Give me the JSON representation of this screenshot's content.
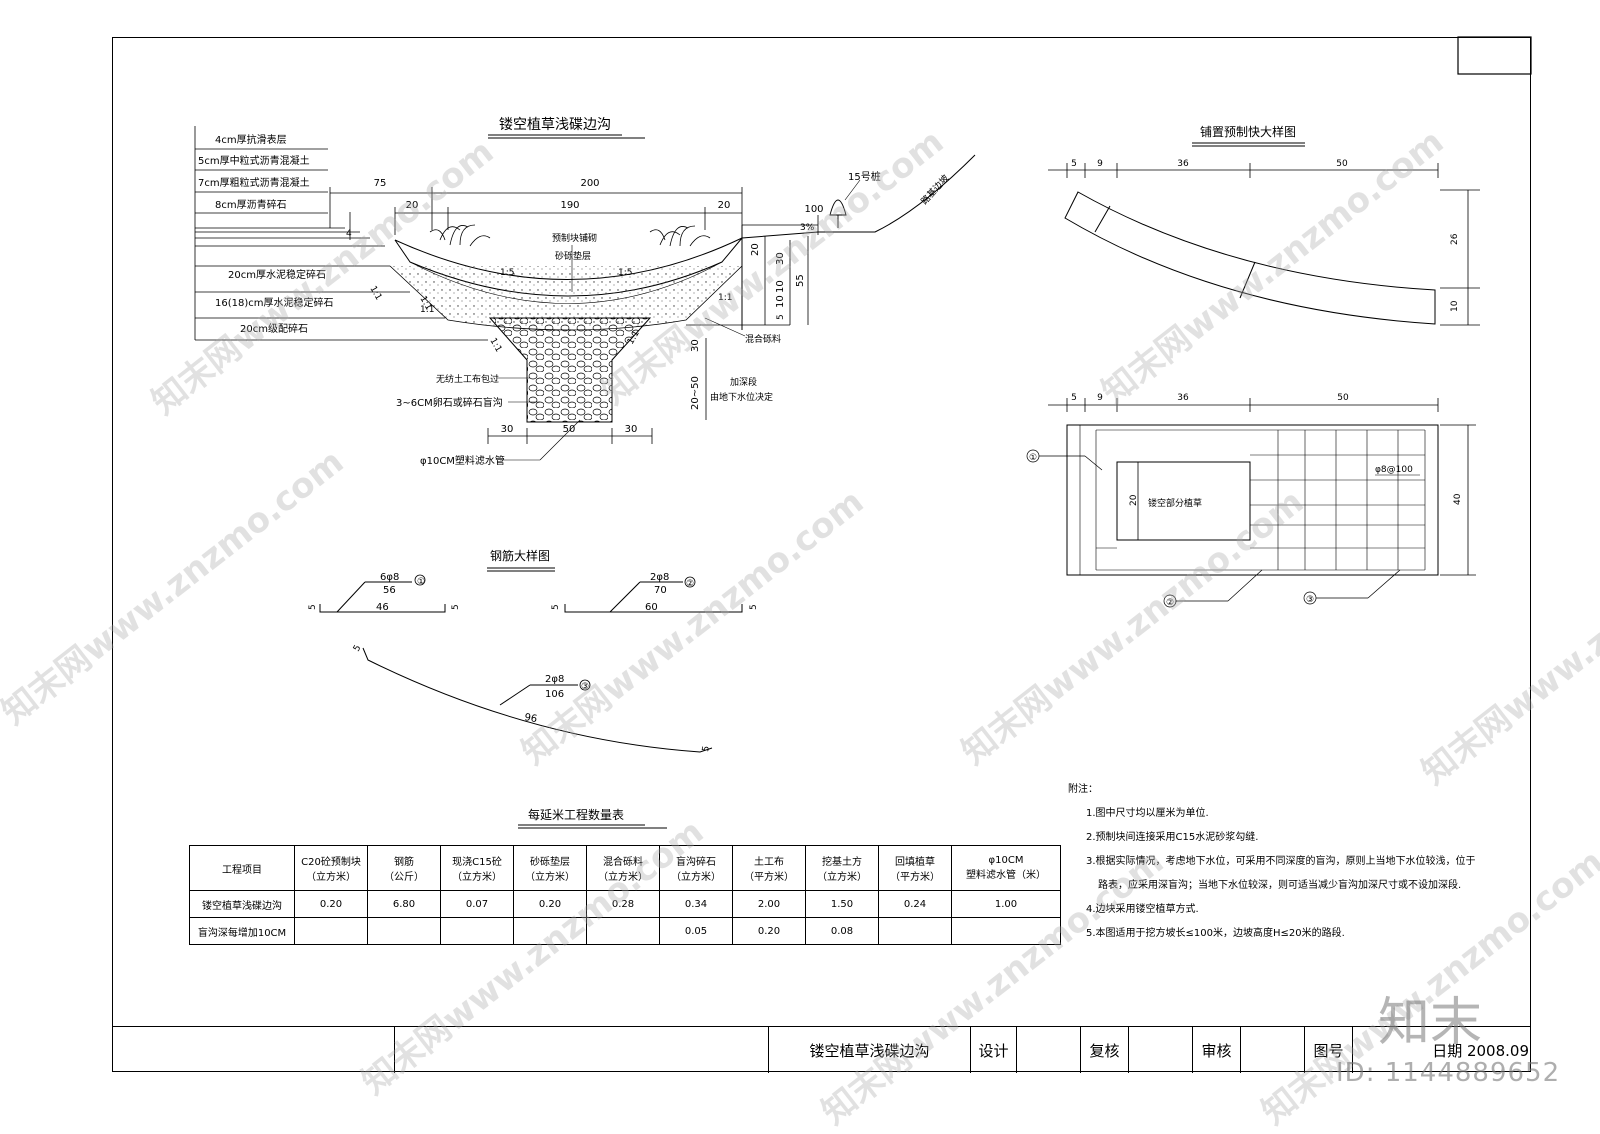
{
  "main_title": "镂空植草浅碟边沟",
  "layers": [
    "4cm厚抗滑表层",
    "5cm厚中粒式沥青混凝土",
    "7cm厚粗粒式沥青混凝土",
    "8cm厚沥青碎石",
    "20cm厚水泥稳定碎石",
    "16(18)cm厚水泥稳定碎石",
    "20cm级配碎石"
  ],
  "section": {
    "dims": [
      "75",
      "200",
      "20",
      "190",
      "20",
      "100",
      "20",
      "30",
      "55",
      "10",
      "10",
      "5",
      "30",
      "20~50",
      "30",
      "50",
      "30",
      "4"
    ],
    "slopes": [
      "1:5",
      "1:5",
      "1:1",
      "1:1",
      "1:1",
      "1:1",
      "1:1",
      "1:1",
      "3%"
    ],
    "labels": {
      "tree": "15号桩",
      "slope_label": "路基边坡",
      "block": "预制块铺砌",
      "sand": "砂砾垫层",
      "mix": "混合砾料",
      "geotextile": "无纺土工布包过",
      "gravel": "3~6CM卵石或碎石盲沟",
      "pipe": "φ10CM塑料滤水管",
      "deepen1": "加深段",
      "deepen2": "由地下水位决定"
    }
  },
  "rebar": {
    "title": "钢筋大样图",
    "r1": {
      "spec": "6φ8",
      "total": "56",
      "len": "46",
      "hook": "5",
      "num": "①"
    },
    "r2": {
      "spec": "2φ8",
      "total": "70",
      "len": "60",
      "hook": "5",
      "num": "②"
    },
    "r3": {
      "spec": "2φ8",
      "total": "106",
      "len": "96",
      "hook": "5",
      "num": "③"
    }
  },
  "block_detail": {
    "title": "铺置预制快大样图",
    "dims_top": [
      "5",
      "9",
      "36",
      "50"
    ],
    "dims_right": [
      "26",
      "10"
    ],
    "dims_plan_top": [
      "5",
      "9",
      "36",
      "50"
    ],
    "dim_plan_right": "40",
    "dim_inner": "20",
    "inner_label": "镂空部分植草",
    "rebar_label": "φ8@100",
    "callouts": [
      "①",
      "②",
      "③"
    ]
  },
  "quantity": {
    "title": "每延米工程数量表",
    "header": [
      "工程项目",
      "C20砼预制块\n（立方米）",
      "钢筋\n（公斤）",
      "现浇C15砼\n（立方米）",
      "砂砾垫层\n（立方米）",
      "混合砾料\n（立方米）",
      "盲沟碎石\n（立方米）",
      "土工布\n（平方米）",
      "挖基土方\n（立方米）",
      "回填植草\n（平方米）",
      "φ10CM\n塑料滤水管（米）"
    ],
    "rows": [
      [
        "镂空植草浅碟边沟",
        "0.20",
        "6.80",
        "0.07",
        "0.20",
        "0.28",
        "0.34",
        "2.00",
        "1.50",
        "0.24",
        "1.00"
      ],
      [
        "盲沟深每增加10CM",
        "",
        "",
        "",
        "",
        "",
        "0.05",
        "0.20",
        "0.08",
        "",
        ""
      ]
    ]
  },
  "notes": {
    "title": "附注：",
    "items": [
      "1.图中尺寸均以厘米为单位.",
      "2.预制块间连接采用C15水泥砂浆勾缝.",
      "3.根据实际情况，考虑地下水位，可采用不同深度的盲沟，原则上当地下水位较浅，位于",
      "路表，应采用深盲沟；当地下水位较深，则可适当减少盲沟加深尺寸或不设加深段.",
      "4.边块采用镂空植草方式.",
      "5.本图适用于挖方坡长≤100米，边坡高度H≤20米的路段."
    ]
  },
  "title_block": {
    "name": "镂空植草浅碟边沟",
    "design": "设计",
    "check": "复核",
    "review": "审核",
    "drawing_no": "图号",
    "date": "日期 2008.09"
  },
  "watermark": {
    "text": "知末网www.znzmo.com",
    "logo": "知末",
    "id": "ID: 1144889652"
  }
}
